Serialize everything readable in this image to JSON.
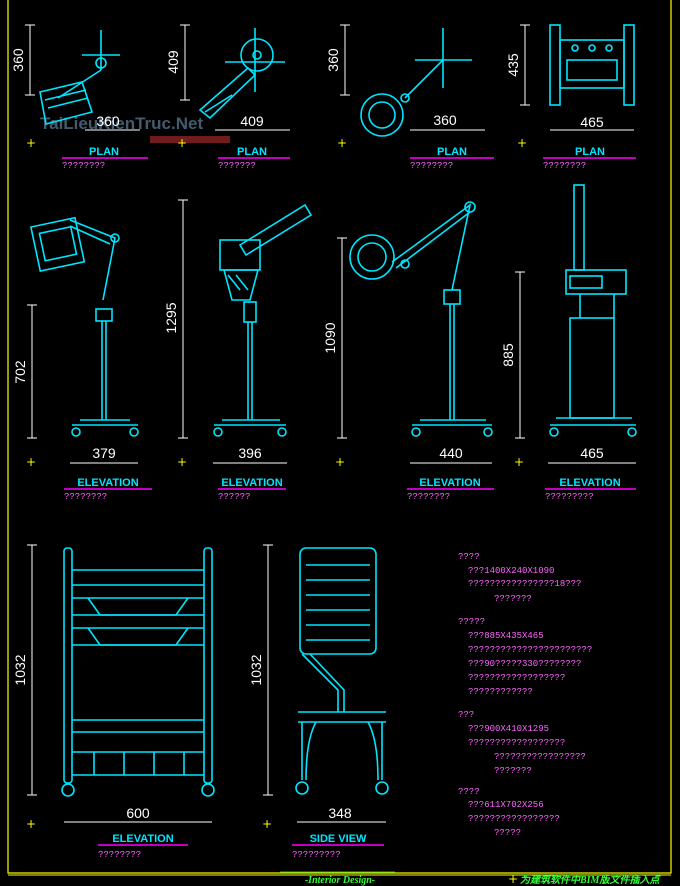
{
  "watermark": "TaiLieuKienTruc.Net",
  "footer": {
    "center": "-Interior Design-",
    "right": "为建筑软件中BIM版文件插入点"
  },
  "views": [
    {
      "id": "p1",
      "caption": "PLAN",
      "sub": "????????",
      "w": "360",
      "h": "360"
    },
    {
      "id": "p2",
      "caption": "PLAN",
      "sub": "???????",
      "w": "409",
      "h": "409"
    },
    {
      "id": "p3",
      "caption": "PLAN",
      "sub": "????????",
      "w": "360",
      "h": "360"
    },
    {
      "id": "p4",
      "caption": "PLAN",
      "sub": "????????",
      "w": "465",
      "h": "435"
    },
    {
      "id": "e1",
      "caption": "ELEVATION",
      "sub": "????????",
      "w": "379",
      "h": "702"
    },
    {
      "id": "e2",
      "caption": "ELEVATION",
      "sub": "??????",
      "w": "396",
      "h": "1295"
    },
    {
      "id": "e3",
      "caption": "ELEVATION",
      "sub": "????????",
      "w": "440",
      "h": "1090"
    },
    {
      "id": "e4",
      "caption": "ELEVATION",
      "sub": "?????????",
      "w": "465",
      "h": "885"
    },
    {
      "id": "e5",
      "caption": "ELEVATION",
      "sub": "????????",
      "w": "600",
      "h": "1032"
    },
    {
      "id": "s1",
      "caption": "SIDE VIEW",
      "sub": "?????????",
      "w": "348",
      "h": "1032"
    }
  ],
  "notes": [
    "????",
    "???1400X240X1090",
    "????????????????18???",
    "???????",
    "?????",
    "???885X435X465",
    "???????????????????????",
    "???90?????330????????",
    "??????????????????",
    "????????????",
    "???",
    "???900X410X1295",
    "??????????????????",
    "?????????????????",
    "???????",
    "????",
    "???611X702X256",
    "?????????????????",
    "?????"
  ]
}
